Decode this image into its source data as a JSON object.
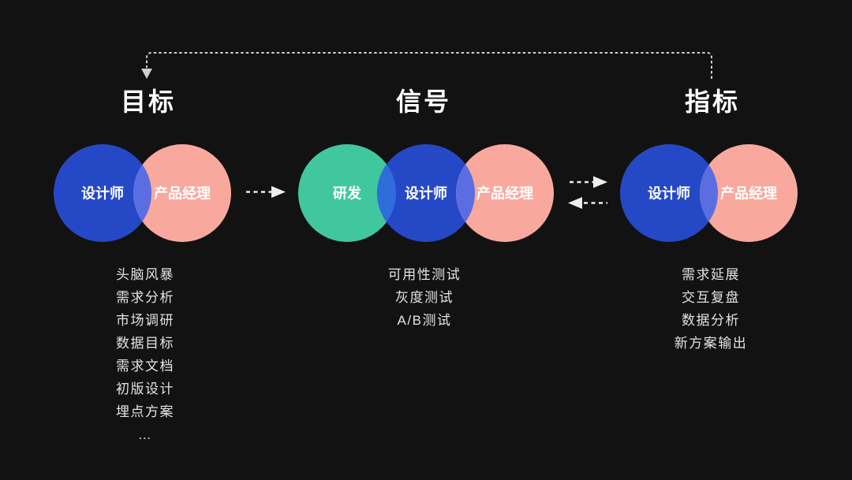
{
  "colors": {
    "background": "#121212",
    "blue": "#2549C6",
    "pink": "#F9A89D",
    "green": "#41C79E",
    "overlap_blue_pink": "#5B6EE1",
    "overlap_green_blue": "#2F6EDA",
    "line": "#CFCFCF",
    "arrow": "#EDEDED",
    "title_text": "#FFFFFF",
    "list_text": "#E3E3E3",
    "circle_label_text": "#FFFFFF"
  },
  "stages": [
    {
      "title": "目标",
      "circles": [
        {
          "label": "设计师",
          "color_key": "blue"
        },
        {
          "label": "产品经理",
          "color_key": "pink"
        }
      ],
      "items": [
        "头脑风暴",
        "需求分析",
        "市场调研",
        "数据目标",
        "需求文档",
        "初版设计",
        "埋点方案",
        "…"
      ]
    },
    {
      "title": "信号",
      "circles": [
        {
          "label": "研发",
          "color_key": "green"
        },
        {
          "label": "设计师",
          "color_key": "blue"
        },
        {
          "label": "产品经理",
          "color_key": "pink"
        }
      ],
      "items": [
        "可用性测试",
        "灰度测试",
        "A/B测试"
      ]
    },
    {
      "title": "指标",
      "circles": [
        {
          "label": "设计师",
          "color_key": "blue"
        },
        {
          "label": "产品经理",
          "color_key": "pink"
        }
      ],
      "items": [
        "需求延展",
        "交互复盘",
        "数据分析",
        "新方案输出"
      ]
    }
  ]
}
